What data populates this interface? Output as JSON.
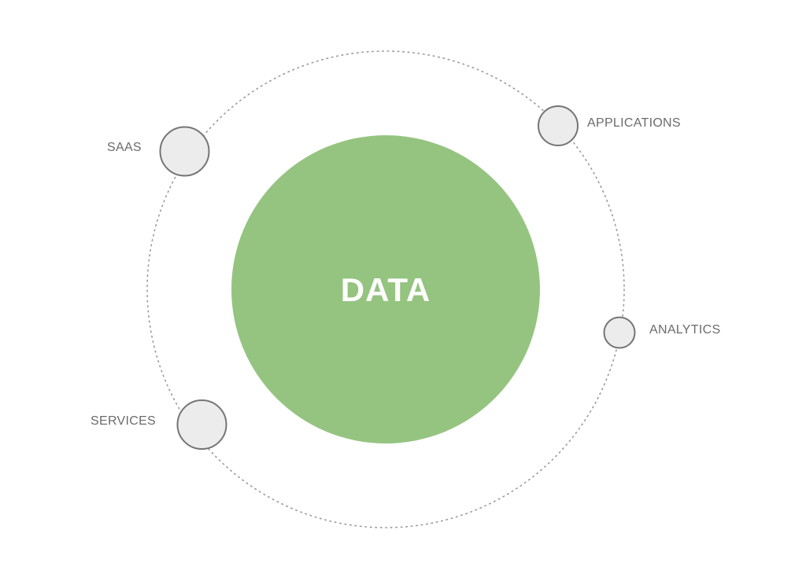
{
  "center": {
    "label": "DATA",
    "color": "#95c480"
  },
  "nodes": [
    {
      "label": "SAAS"
    },
    {
      "label": "APPLICATIONS"
    },
    {
      "label": "ANALYTICS"
    },
    {
      "label": "SERVICES"
    }
  ],
  "colors": {
    "node_fill": "#ececec",
    "node_stroke": "#757575",
    "orbit": "#999999",
    "label": "#6b6b6b"
  }
}
